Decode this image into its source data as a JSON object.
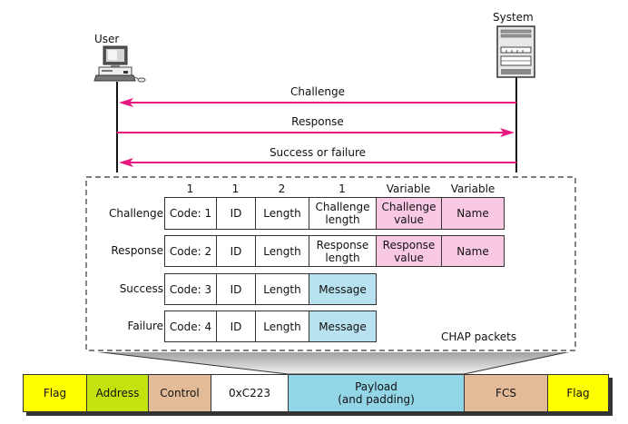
{
  "actors": {
    "user": {
      "label": "User",
      "icon": "desktop-computer-icon"
    },
    "system": {
      "label": "System",
      "icon": "server-tower-icon"
    }
  },
  "messages": [
    {
      "label": "Challenge",
      "direction": "system-to-user"
    },
    {
      "label": "Response",
      "direction": "user-to-system"
    },
    {
      "label": "Success or failure",
      "direction": "system-to-user"
    }
  ],
  "colors": {
    "arrow": "#e8177f",
    "pink_field": "#f9c9e4",
    "cyan_field": "#b8e2ef",
    "flag": "#ffff00",
    "address": "#c3e20e",
    "control": "#e4bb98",
    "payload": "#92d5e6",
    "fcs": "#e4bb98"
  },
  "chap": {
    "caption": "CHAP packets",
    "field_sizes": [
      "1",
      "1",
      "2",
      "1",
      "Variable",
      "Variable"
    ],
    "packets": [
      {
        "name": "Challenge",
        "fields": [
          "Code: 1",
          "ID",
          "Length",
          "Challenge length",
          "Challenge value",
          "Name"
        ]
      },
      {
        "name": "Response",
        "fields": [
          "Code: 2",
          "ID",
          "Length",
          "Response length",
          "Response value",
          "Name"
        ]
      },
      {
        "name": "Success",
        "fields": [
          "Code: 3",
          "ID",
          "Length",
          "Message"
        ]
      },
      {
        "name": "Failure",
        "fields": [
          "Code: 4",
          "ID",
          "Length",
          "Message"
        ]
      }
    ]
  },
  "ppp_frame": {
    "fields": [
      "Flag",
      "Address",
      "Control",
      "0xC223",
      "Payload (and padding)",
      "FCS",
      "Flag"
    ],
    "payload_line1": "Payload",
    "payload_line2": "(and padding)"
  }
}
